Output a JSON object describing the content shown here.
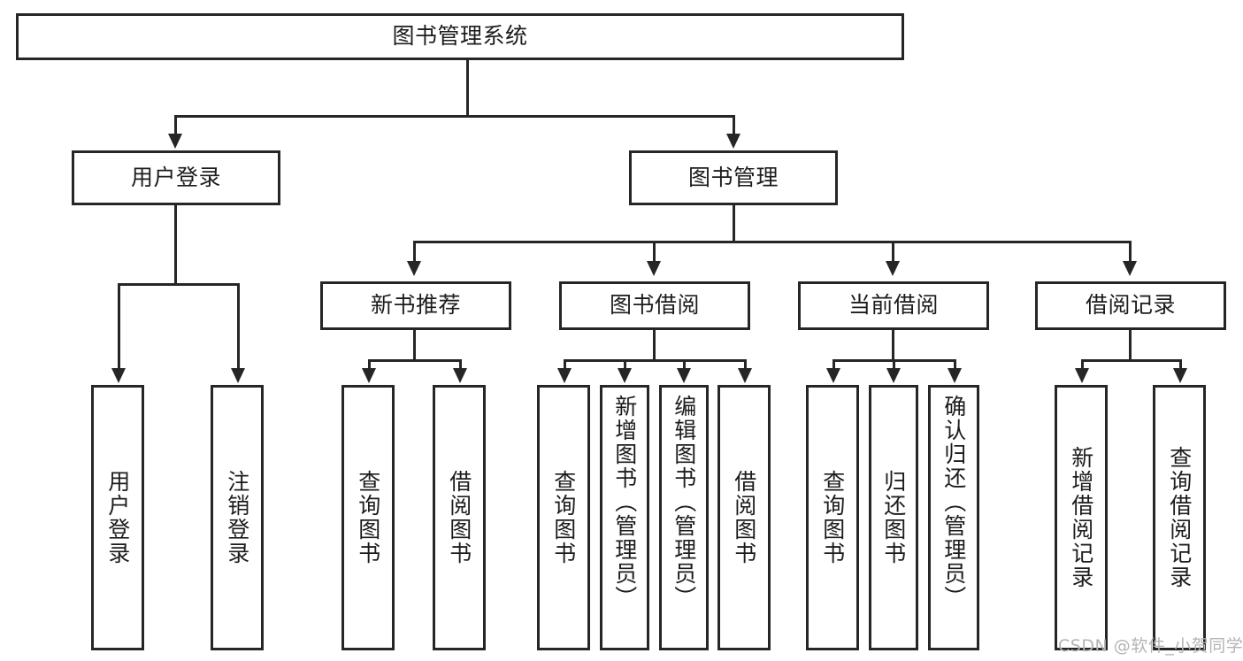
{
  "diagram": {
    "title": "图书管理系统",
    "type": "hierarchy-tree",
    "root": {
      "id": "root",
      "label": "图书管理系统"
    },
    "level2": [
      {
        "id": "user-login",
        "label": "用户登录"
      },
      {
        "id": "book-manage",
        "label": "图书管理"
      }
    ],
    "level3": [
      {
        "id": "new-book-rec",
        "label": "新书推荐",
        "parent": "book-manage"
      },
      {
        "id": "book-borrow",
        "label": "图书借阅",
        "parent": "book-manage"
      },
      {
        "id": "current-borrow",
        "label": "当前借阅",
        "parent": "book-manage"
      },
      {
        "id": "borrow-record",
        "label": "借阅记录",
        "parent": "book-manage"
      }
    ],
    "leaves": [
      {
        "id": "leaf-user-login",
        "label": "用户登录",
        "parent": "user-login"
      },
      {
        "id": "leaf-user-logout",
        "label": "注销登录",
        "parent": "user-login"
      },
      {
        "id": "leaf-query-book-1",
        "label": "查询图书",
        "parent": "new-book-rec"
      },
      {
        "id": "leaf-borrow-book-1",
        "label": "借阅图书",
        "parent": "new-book-rec"
      },
      {
        "id": "leaf-query-book-2",
        "label": "查询图书",
        "parent": "book-borrow"
      },
      {
        "id": "leaf-add-book",
        "label": "新增图书（管理员）",
        "parent": "book-borrow"
      },
      {
        "id": "leaf-edit-book",
        "label": "编辑图书（管理员）",
        "parent": "book-borrow"
      },
      {
        "id": "leaf-borrow-book-2",
        "label": "借阅图书",
        "parent": "book-borrow"
      },
      {
        "id": "leaf-query-book-3",
        "label": "查询图书",
        "parent": "current-borrow"
      },
      {
        "id": "leaf-return-book",
        "label": "归还图书",
        "parent": "current-borrow"
      },
      {
        "id": "leaf-confirm-return",
        "label": "确认归还（管理员）",
        "parent": "current-borrow"
      },
      {
        "id": "leaf-add-record",
        "label": "新增借阅记录",
        "parent": "borrow-record"
      },
      {
        "id": "leaf-query-record",
        "label": "查询借阅记录",
        "parent": "borrow-record"
      }
    ],
    "colors": {
      "stroke": "#262626",
      "fill": "#ffffff",
      "text": "#1c1c1c",
      "watermark": "#b4b4b4"
    }
  },
  "watermark": {
    "text": "CSDN @软件_小贺同学"
  }
}
